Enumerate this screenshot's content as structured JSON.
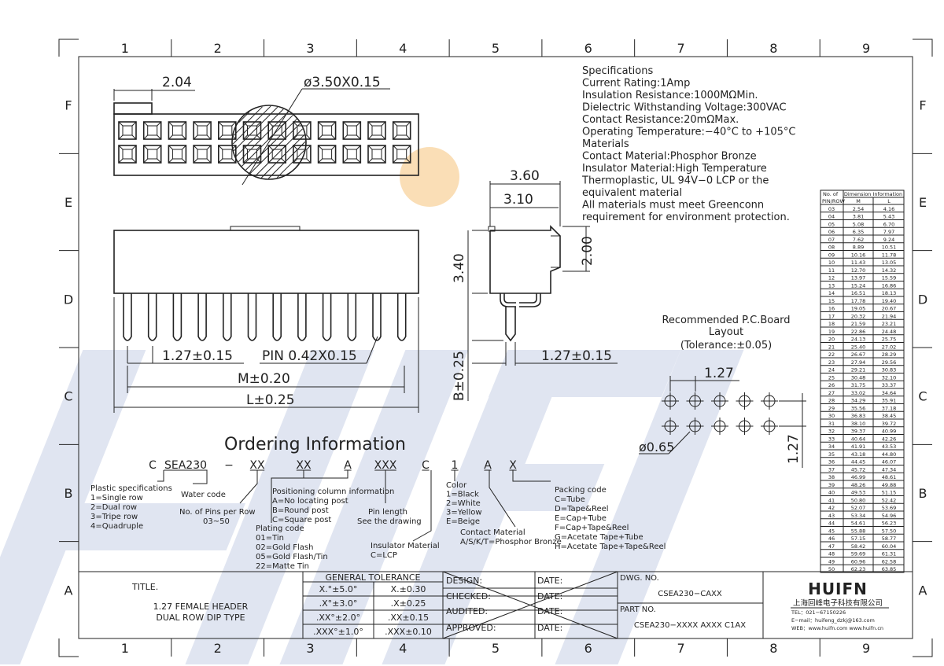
{
  "frame": {
    "col_labels": [
      "1",
      "2",
      "3",
      "4",
      "5",
      "6",
      "7",
      "8",
      "9"
    ],
    "row_labels": [
      "F",
      "E",
      "D",
      "C",
      "B",
      "A"
    ]
  },
  "watermark": {
    "text": "HUIFN",
    "dot_color": "#f6c37a",
    "color": "#c7d0e6"
  },
  "top_view": {
    "dim_pitch": "2.04",
    "dim_hole": "ø3.50X0.15"
  },
  "front_view": {
    "dim_pin_pitch": "1.27±0.15",
    "dim_pin": "PIN 0.42X0.15",
    "dim_m": "M±0.20",
    "dim_l": "L±0.25"
  },
  "side_view": {
    "dim_width_outer": "3.60",
    "dim_width_inner": "3.10",
    "dim_height": "3.40",
    "dim_step": "2.00",
    "dim_b": "B±0.25",
    "dim_row_pitch": "1.27±0.15"
  },
  "specifications": [
    "Specifications",
    "Current  Rating:1Amp",
    "Insulation  Resistance:1000MΩMin.",
    "Dielectric  Withstanding  Voltage:300VAC",
    "Contact  Resistance:20mΩMax.",
    "Operating  Temperature:−40°C  to  +105°C",
    "Materials",
    "Contact  Material:Phosphor  Bronze",
    "Insulator  Material:High  Temperature",
    "Thermoplastic,  UL  94V−0  LCP  or  the",
    "equivalent  material",
    "All  materials  must  meet  Greenconn",
    "requirement  for  environment  protection."
  ],
  "pcb_layout": {
    "title_1": "Recommended  P.C.Board",
    "title_2": "Layout",
    "title_3": "(Tolerance:±0.05)",
    "dim_pitch": "1.27",
    "dim_row": "1.27",
    "dim_hole": "ø0.65"
  },
  "dim_table": {
    "header_pins": "No. of",
    "header_pins2": "PIN/ROW",
    "header_info": "Dimension  Information",
    "col_m": "M",
    "col_l": "L",
    "rows": [
      [
        "03",
        "2.54",
        "4.16"
      ],
      [
        "04",
        "3.81",
        "5.43"
      ],
      [
        "05",
        "5.08",
        "6.70"
      ],
      [
        "06",
        "6.35",
        "7.97"
      ],
      [
        "07",
        "7.62",
        "9.24"
      ],
      [
        "08",
        "8.89",
        "10.51"
      ],
      [
        "09",
        "10.16",
        "11.78"
      ],
      [
        "10",
        "11.43",
        "13.05"
      ],
      [
        "11",
        "12.70",
        "14.32"
      ],
      [
        "12",
        "13.97",
        "15.59"
      ],
      [
        "13",
        "15.24",
        "16.86"
      ],
      [
        "14",
        "16.51",
        "18.13"
      ],
      [
        "15",
        "17.78",
        "19.40"
      ],
      [
        "16",
        "19.05",
        "20.67"
      ],
      [
        "17",
        "20.32",
        "21.94"
      ],
      [
        "18",
        "21.59",
        "23.21"
      ],
      [
        "19",
        "22.86",
        "24.48"
      ],
      [
        "20",
        "24.13",
        "25.75"
      ],
      [
        "21",
        "25.40",
        "27.02"
      ],
      [
        "22",
        "26.67",
        "28.29"
      ],
      [
        "23",
        "27.94",
        "29.56"
      ],
      [
        "24",
        "29.21",
        "30.83"
      ],
      [
        "25",
        "30.48",
        "32.10"
      ],
      [
        "26",
        "31.75",
        "33.37"
      ],
      [
        "27",
        "33.02",
        "34.64"
      ],
      [
        "28",
        "34.29",
        "35.91"
      ],
      [
        "29",
        "35.56",
        "37.18"
      ],
      [
        "30",
        "36.83",
        "38.45"
      ],
      [
        "31",
        "38.10",
        "39.72"
      ],
      [
        "32",
        "39.37",
        "40.99"
      ],
      [
        "33",
        "40.64",
        "42.26"
      ],
      [
        "34",
        "41.91",
        "43.53"
      ],
      [
        "35",
        "43.18",
        "44.80"
      ],
      [
        "36",
        "44.45",
        "46.07"
      ],
      [
        "37",
        "45.72",
        "47.34"
      ],
      [
        "38",
        "46.99",
        "48.61"
      ],
      [
        "39",
        "48.26",
        "49.88"
      ],
      [
        "40",
        "49.53",
        "51.15"
      ],
      [
        "41",
        "50.80",
        "52.42"
      ],
      [
        "42",
        "52.07",
        "53.69"
      ],
      [
        "43",
        "53.34",
        "54.96"
      ],
      [
        "44",
        "54.61",
        "56.23"
      ],
      [
        "45",
        "55.88",
        "57.50"
      ],
      [
        "46",
        "57.15",
        "58.77"
      ],
      [
        "47",
        "58.42",
        "60.04"
      ],
      [
        "48",
        "59.69",
        "61.31"
      ],
      [
        "49",
        "60.96",
        "62.58"
      ],
      [
        "50",
        "62.23",
        "63.85"
      ]
    ]
  },
  "ordering": {
    "title": "Ordering  Information",
    "code_parts": [
      "C",
      "SEA230",
      "−",
      "XX",
      "XX",
      "A",
      "XXX",
      "C",
      "1",
      "A",
      "X"
    ],
    "plastic": [
      "Plastic  specifications",
      "1=Single  row",
      "2=Dual  row",
      "3=Tripe  row",
      "4=Quadruple"
    ],
    "water": "Water  code",
    "pins": [
      "No.  of  Pins  per  Row",
      "03~50"
    ],
    "plating": [
      "Plating  code",
      "01=Tin",
      "02=Gold  Flash",
      "05=Gold  Flash/Tin",
      "22=Matte  Tin"
    ],
    "positioning": [
      "Positioning  column  information",
      "A=No  locating  post",
      "B=Round  post",
      "C=Square  post"
    ],
    "pin_length": [
      "Pin  length",
      "See  the  drawing"
    ],
    "insulator": [
      "Insulator  Material",
      "C=LCP"
    ],
    "color": [
      "Color",
      "1=Black",
      "2=White",
      "3=Yellow",
      "E=Beige"
    ],
    "contact": [
      "Contact  Material",
      "A/S/K/T=Phosphor  Bronze"
    ],
    "packing": [
      "Packing  code",
      "C=Tube",
      "D=Tape&Reel",
      "E=Cap+Tube",
      "F=Cap+Tape&Reel",
      "G=Acetate  Tape+Tube",
      "H=Acetate  Tape+Tape&Reel"
    ]
  },
  "title_block": {
    "title_label": "TITLE.",
    "title_1": "1.27  FEMALE  HEADER",
    "title_2": "DUAL  ROW  DIP  TYPE",
    "tol_header": "GENERAL  TOLERANCE",
    "tol_rows": [
      [
        "X.°±5.0°",
        "X.±0.30"
      ],
      [
        ".X°±3.0°",
        ".X±0.25"
      ],
      [
        ".XX°±2.0°",
        ".XX±0.15"
      ],
      [
        ".XXX°±1.0°",
        ".XXX±0.10"
      ]
    ],
    "sign_rows": [
      "DESIGN:",
      "CHECKED:",
      "AUDITED:",
      "APPROVED:"
    ],
    "date_label": "DATE:",
    "dwg_label": "DWG.  NO.",
    "dwg_value": "CSEA230−CAXX",
    "part_label": "PART  NO.",
    "part_value": "CSEA230−XXXX  AXXX  C1AX",
    "logo": "HUIFN",
    "company": "上海回峰电子科技有限公司",
    "tel": "TEL：021−67150226",
    "email": "E−mail：huifeng_dzkj@163.com",
    "web": "WEB：www.huifn.com  www.huifn.cn"
  }
}
